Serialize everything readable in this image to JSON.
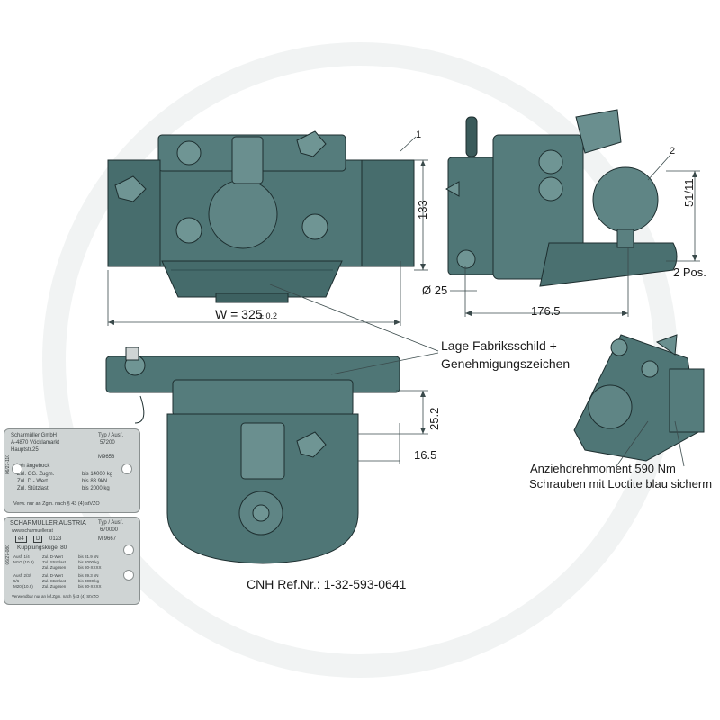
{
  "colors": {
    "metal": "#4f7676",
    "metal_dark": "#2f4f50",
    "metal_light": "#6f9594",
    "line": "#1d2e2f",
    "plate": "#cfd4d4"
  },
  "callouts": {
    "item1": "1",
    "item2": "2",
    "plate_location_line1": "Lage Fabriksschild +",
    "plate_location_line2": "Genehmigungszeichen",
    "torque_line1": "Anziehdrehmoment 590 Nm",
    "torque_line2": "Schrauben mit Loctite blau sicherm",
    "reference": "CNH Ref.Nr.: 1-32-593-0641"
  },
  "dimensions": {
    "width_label": "W = 325",
    "width_tol": "± 0.2",
    "height_133": "133",
    "dia_25": "Ø 25",
    "len_176": "176.5",
    "h_51": "51/11",
    "pos": "2 Pos.",
    "h_25_2": "25.2",
    "w_16_5": "16.5"
  },
  "plate1": {
    "company": "Scharmüller GmbH",
    "address1": "A-4870 Vöcklamarkt",
    "address2": "Hauptstr.25",
    "type_label": "Typ / Ausf.",
    "type_value": "57200",
    "approval": "M9658",
    "section": "Anh ängebock",
    "row1_label": "Zul. GG. Zugm.",
    "row1_value": "bis 14000 kg",
    "row2_label": "Zul. D - Wert",
    "row2_value": "bis 83.9kN",
    "row3_label": "Zul. Stützlast",
    "row3_value": "bis 2000 kg",
    "footer": "Verw. nur an Zgm. nach   § 43 (4) stVZO",
    "side_code": "06/27-110"
  },
  "plate2": {
    "company": "SCHARMULLER  AUSTRIA",
    "web": "www.scharmueller.at",
    "type_label": "Typ / Ausf.",
    "type_value": "670000",
    "mark1": "e4",
    "mark2": "D",
    "mark_code": "0123",
    "approval": "M 9667",
    "product": "Kupplungskugel 80",
    "rows": [
      {
        "a": "Ausf. 1/4",
        "b": "Zul. D-Wert",
        "c": "bis  81.9 kN"
      },
      {
        "a": "M1G (10.8)",
        "b": "Zul. Stützlast",
        "c": "bis  2000 kg"
      },
      {
        "a": "",
        "b": "Zul. Zugösen",
        "c": "bis  80-XXXX"
      },
      {
        "a": "Ausf. 2/3/",
        "b": "Zul. D-Wert",
        "c": "bis  89.3 kN"
      },
      {
        "a": "5/6",
        "b": "Zul. Stützlast",
        "c": "bis  3000 kg"
      },
      {
        "a": "M20 (10.9)",
        "b": "Zul. Zugösen",
        "c": "bis  80-XXXX"
      }
    ],
    "footer": "Verwendbar nur an lof.Zgm. nach §43 (4) StVZO",
    "side_code": "06/27-080"
  }
}
